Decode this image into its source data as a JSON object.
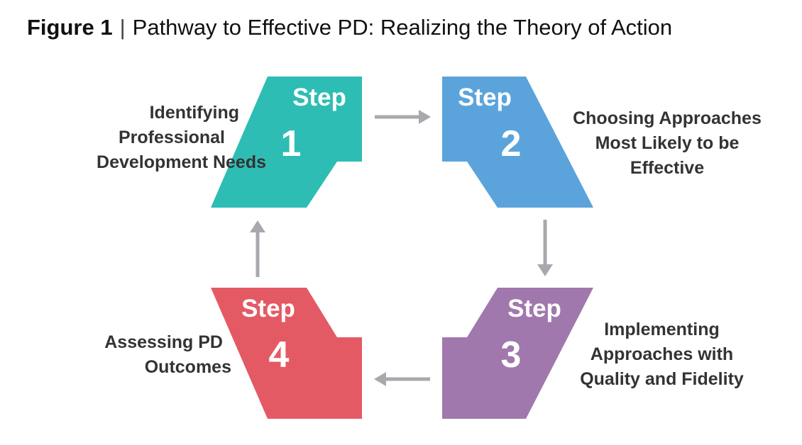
{
  "title": {
    "figure": "Figure 1",
    "separator": "|",
    "text": "Pathway to Effective PD: Realizing the Theory of Action"
  },
  "steps": [
    {
      "word": "Step",
      "number": "1",
      "color": "#2dbdb4",
      "label_lines": [
        "Identifying",
        "Professional",
        "Development Needs"
      ]
    },
    {
      "word": "Step",
      "number": "2",
      "color": "#5ba4db",
      "label_lines": [
        "Choosing Approaches",
        "Most Likely to be",
        "Effective"
      ]
    },
    {
      "word": "Step",
      "number": "3",
      "color": "#a078ad",
      "label_lines": [
        "Implementing",
        "Approaches with",
        "Quality and Fidelity"
      ]
    },
    {
      "word": "Step",
      "number": "4",
      "color": "#e45a64",
      "label_lines": [
        "Assessing PD",
        "Outcomes"
      ]
    }
  ],
  "arrow_color": "#a7a9ac"
}
